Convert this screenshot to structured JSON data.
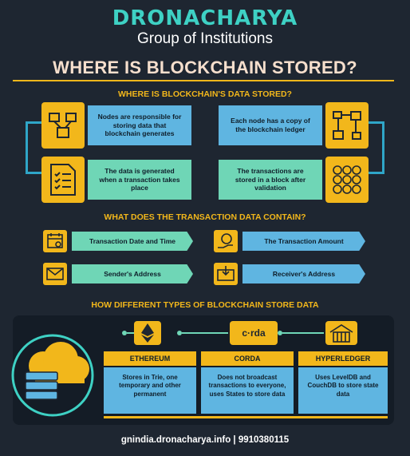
{
  "header": {
    "brand": "DRONACHARYA",
    "subtitle": "Group of Institutions",
    "title": "WHERE IS BLOCKCHAIN STORED?"
  },
  "sections": {
    "storage": {
      "title": "WHERE IS BLOCKCHAIN'S DATA STORED?",
      "cards": [
        {
          "text": "Nodes are responsible for storing data that blockchain generates",
          "icon": "nodes-network-icon"
        },
        {
          "text": "Each node has a copy of the blockchain ledger",
          "icon": "flowchart-icon"
        },
        {
          "text": "The data is generated when a transaction takes place",
          "icon": "document-checklist-icon"
        },
        {
          "text": "The transactions are stored in a block after validation",
          "icon": "check-grid-icon"
        }
      ]
    },
    "transaction": {
      "title": "WHAT DOES THE TRANSACTION DATA CONTAIN?",
      "items": [
        {
          "text": "Transaction Date and Time",
          "icon": "calendar-icon"
        },
        {
          "text": "The Transaction Amount",
          "icon": "coin-hand-icon"
        },
        {
          "text": "Sender's Address",
          "icon": "sender-address-icon"
        },
        {
          "text": "Receiver's Address",
          "icon": "receiver-address-icon"
        }
      ]
    },
    "types": {
      "title": "HOW DIFFERENT TYPES OF BLOCKCHAIN STORE DATA",
      "items": [
        {
          "name": "ETHEREUM",
          "text": "Stores in Trie, one temporary and other permanent",
          "icon": "ethereum-icon"
        },
        {
          "name": "CORDA",
          "text": "Does not broadcast transactions to everyone, uses States to store data",
          "icon": "corda-logo",
          "logo_text": "c·rda"
        },
        {
          "name": "HYPERLEDGER",
          "text": "Uses LevelDB and CouchDB to store state data",
          "icon": "hyperledger-icon"
        }
      ]
    }
  },
  "footer": "gnindia.dronacharya.info | 9910380115",
  "colors": {
    "background": "#1e2631",
    "accent_yellow": "#f2b71b",
    "accent_blue": "#5fb5e1",
    "accent_green": "#6fd6b6",
    "brand_teal": "#3ed1c4"
  }
}
